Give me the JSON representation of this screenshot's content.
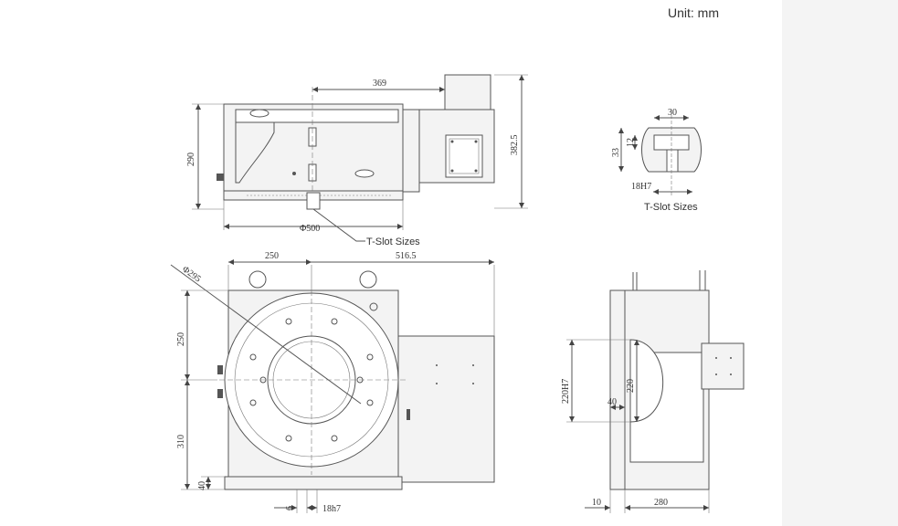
{
  "unit_label": "Unit: mm",
  "labels": {
    "tslot_main": "T-Slot Sizes",
    "tslot_detail": "T-Slot Sizes"
  },
  "dimensions": {
    "d369": "369",
    "d382_5": "382.5",
    "d290": "290",
    "phi500": "Φ500",
    "d30": "30",
    "d12": "12",
    "d33": "33",
    "d18h7_top": "18H7",
    "d250_h": "250",
    "d516_5": "516.5",
    "phi295": "Φ295",
    "d250_v": "250",
    "d310": "310",
    "d40_left": "40",
    "d6": "6",
    "d18h7_bottom": "18h7",
    "d220h7": "220H7",
    "d220": "220",
    "d40_right": "40",
    "d10": "10",
    "d280": "280"
  }
}
